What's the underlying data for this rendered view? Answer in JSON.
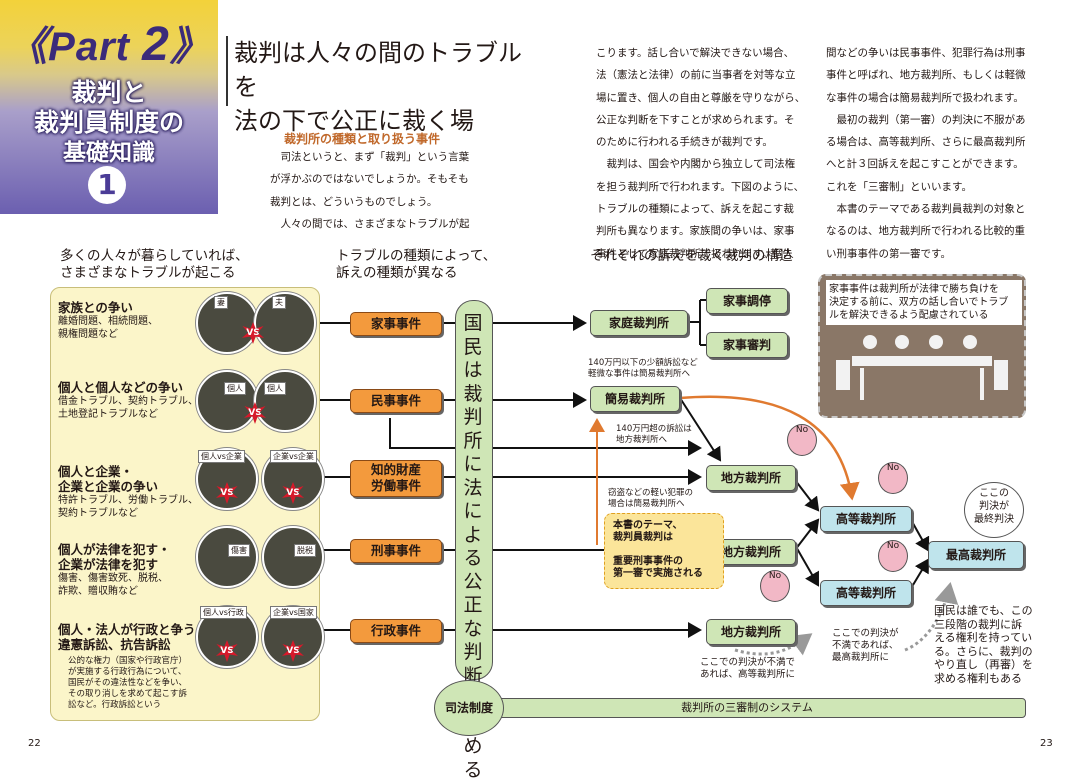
{
  "part": {
    "label_prefix": "《",
    "label": "Part",
    "number": "2",
    "label_suffix": "》",
    "title_line1": "裁判と",
    "title_line2": "裁判員制度の",
    "title_line3": "基礎知識",
    "circle_number": "1"
  },
  "headline": {
    "line1": "裁判は人々の間のトラブルを",
    "line2": "法の下で公正に裁く場"
  },
  "subhead": "裁判所の種類と取り扱う事件",
  "body": {
    "col1": [
      "　司法というと、まず「裁判」という言葉",
      "が浮かぶのではないでしょうか。そもそも",
      "裁判とは、どういうものでしょう。",
      "　人々の間では、さまざまなトラブルが起"
    ],
    "col2": [
      "こります。話し合いで解決できない場合、",
      "法（憲法と法律）の前に当事者を対等な立",
      "場に置き、個人の自由と尊厳を守りながら、",
      "公正な判断を下すことが求められます。そ",
      "のために行われる手続きが裁判です。",
      "　裁判は、国会や内閣から独立して司法権",
      "を担う裁判所で行われます。下図のように、",
      "トラブルの種類によって、訴えを起こす裁",
      "判所も異なります。家族間の争いは、家事",
      "事件として家庭裁判所で扱われます。個人"
    ],
    "col3": [
      "間などの争いは民事事件、犯罪行為は刑事",
      "事件と呼ばれ、地方裁判所、もしくは軽微",
      "な事件の場合は簡易裁判所で扱われます。",
      "　最初の裁判（第一審）の判決に不服があ",
      "る場合は、高等裁判所、さらに最高裁判所",
      "へと計３回訴えを起こすことができます。",
      "これを「三審制」といいます。",
      "　本書のテーマである裁判員裁判の対象と",
      "なるのは、地方裁判所で行われる比較的重",
      "い刑事事件の第一審です。"
    ]
  },
  "diagram": {
    "col_labels": {
      "left": "多くの人々が暮らしていれば、\nさまざまなトラブルが起こる",
      "middle": "トラブルの種類によって、\n訴えの種類が異なる",
      "right": "それぞれの訴えを裁く裁判の構造"
    },
    "categories": [
      {
        "title": "家族との争い",
        "desc": "離婚問題、相続問題、\n親権問題など",
        "tags": [
          "妻",
          "夫"
        ]
      },
      {
        "title": "個人と個人などの争い",
        "desc": "借金トラブル、契約トラブル、\n土地登記トラブルなど",
        "tags": [
          "個人",
          "個人"
        ]
      },
      {
        "title": "個人と企業・\n企業と企業の争い",
        "desc": "特許トラブル、労働トラブル、\n契約トラブルなど",
        "tags": [
          "個人vs企業",
          "企業vs企業"
        ]
      },
      {
        "title": "個人が法律を犯す・\n企業が法律を犯す",
        "desc": "傷害、傷害致死、脱税、\n詐欺、贈収賄など",
        "tags": [
          "傷害",
          "脱税"
        ]
      },
      {
        "title": "個人・法人が行政と争う\n違憲訴訟、抗告訴訟",
        "desc": "",
        "tags": [
          "個人vs行政",
          "企業vs国家"
        ]
      }
    ],
    "admin_note": "公的な権力（国家や行政官庁）\nが実施する行政行為について、\n国民がその違法性などを争い、\nその取り消しを求めて起こす訴\n訟など。行政訴訟という",
    "vs_label": "VS",
    "cases": [
      "家事事件",
      "民事事件",
      "知的財産\n労働事件",
      "刑事事件",
      "行政事件"
    ],
    "pillar": "国民は裁判所に法による公正な判断を求める",
    "judicial": "司法制度",
    "system_bar": "裁判所の三審制のシステム",
    "courts": {
      "family": "家庭裁判所",
      "mediation": "家事調停",
      "trial": "家事審判",
      "summary": "簡易裁判所",
      "district": "地方裁判所",
      "high": "高等裁判所",
      "supreme": "最高裁判所"
    },
    "notes": {
      "small_claims": "140万円以下の少額訴訟など\n軽微な事件は簡易裁判所へ",
      "over140": "140万円超の訴訟は\n地方裁判所へ",
      "theft": "窃盗などの軽い犯罪の\n場合は簡易裁判所へ",
      "theme": "本書のテーマ、\n裁判員裁判は\n\n重要刑事事件の\n第一審で実施される",
      "unhappy_district": "ここでの判決が不満で\nあれば、高等裁判所に",
      "unhappy_high": "ここでの判決が\n不満であれば、\n最高裁判所に",
      "final": "ここの\n判決が\n最終判決",
      "rights": "国民は誰でも、この\n三段階の裁判に訴\nえる権利を持ってい\nる。さらに、裁判の\nやり直し（再審）を\n求める権利もある",
      "family_note": "家事事件は裁判所が法律で勝ち負けを\n決定する前に、双方の話し合いでトラブ\nルを解決できるよう配慮されている",
      "no": "No"
    }
  },
  "pages": {
    "left": "22",
    "right": "23"
  },
  "colors": {
    "orange": "#f39a3d",
    "green": "#cfe6b6",
    "blue": "#bfe4ec",
    "yellow_panel": "#fbf5c9",
    "accent": "#4b3c97"
  }
}
